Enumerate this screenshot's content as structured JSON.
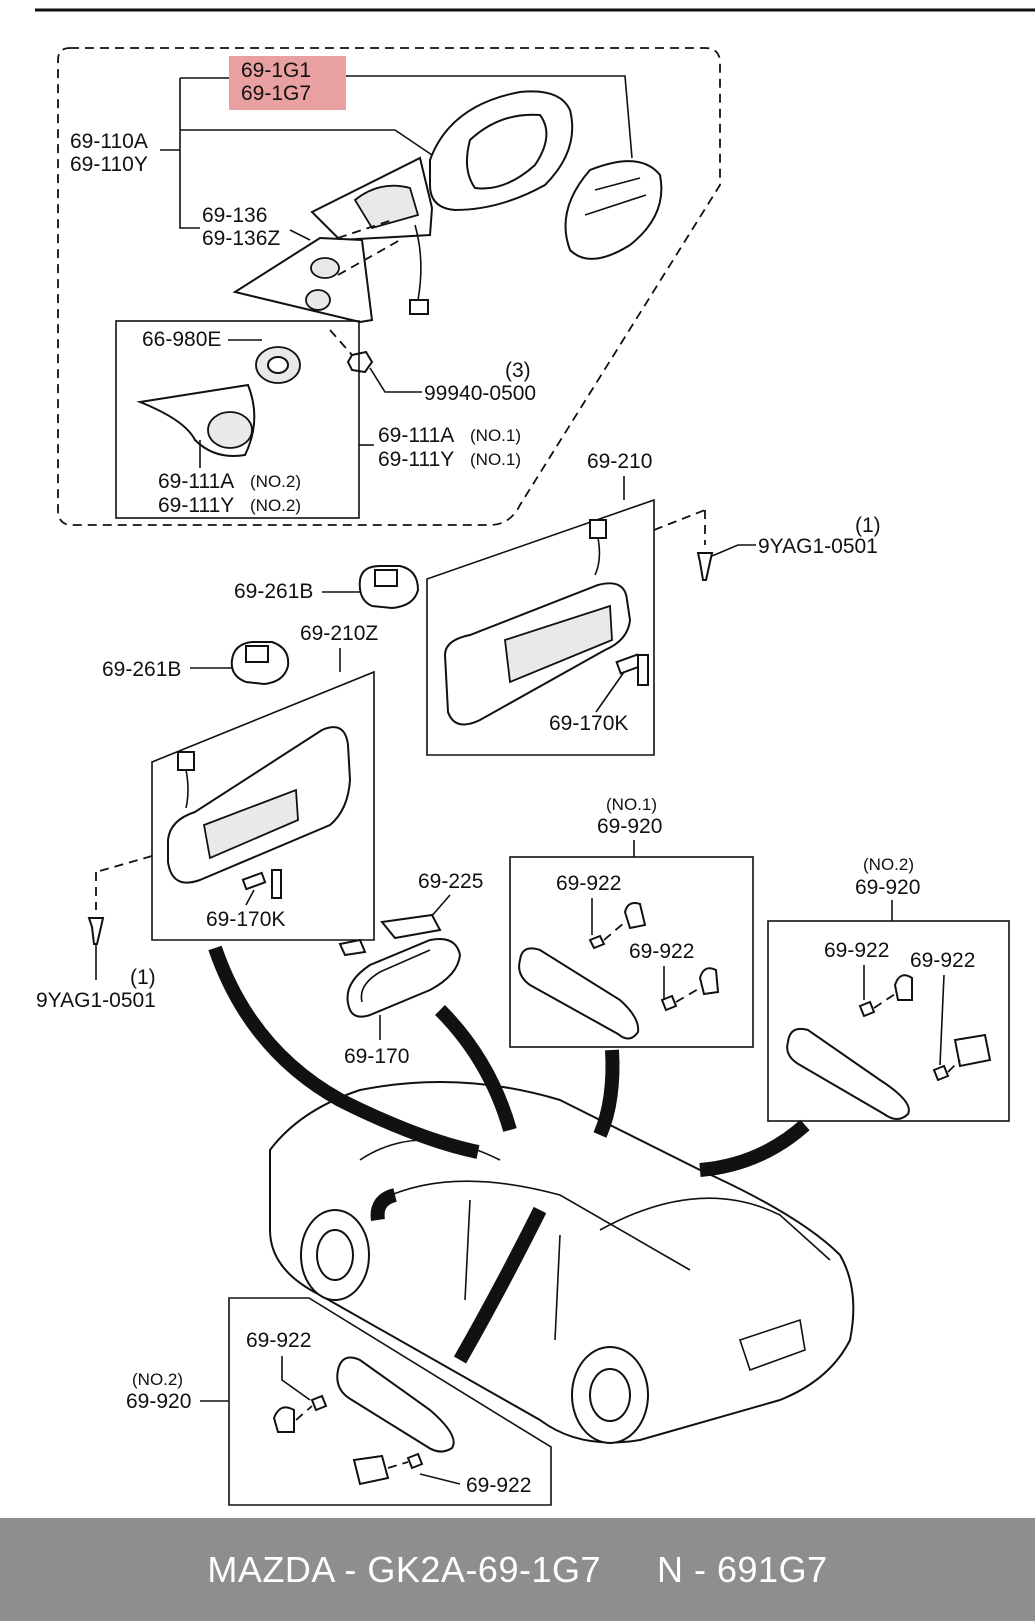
{
  "labels": {
    "mirror_1g1": "69-1G1",
    "mirror_1g7": "69-1G7",
    "mirror_110a": "69-110A",
    "mirror_110y": "69-110Y",
    "mirror_136": "69-136",
    "mirror_136z": "69-136Z",
    "speaker_980e": "66-980E",
    "nut_qty": "(3)",
    "nut_part": "99940-0500",
    "cover_111a_no1": "69-111A",
    "cover_111a_no1_tag": "(NO.1)",
    "cover_111y_no1": "69-111Y",
    "cover_111y_no1_tag": "(NO.1)",
    "cover_111a_no2": "69-111A",
    "cover_111a_no2_tag": "(NO.2)",
    "cover_111y_no2": "69-111Y",
    "cover_111y_no2_tag": "(NO.2)",
    "visor_210": "69-210",
    "screw_qty_top": "(1)",
    "screw_part_top": "9YAG1-0501",
    "clip_261b_a": "69-261B",
    "visor_210z": "69-210Z",
    "clip_261b_b": "69-261B",
    "lamp_170k_a": "69-170K",
    "lamp_170k_b": "69-170K",
    "screw_qty_bottom": "(1)",
    "screw_part_bottom": "9YAG1-0501",
    "inner_mirror_225": "69-225",
    "inner_mirror_170": "69-170",
    "grip_no1_tag": "(NO.1)",
    "grip_no1_part": "69-920",
    "grip_no1_clip_a": "69-922",
    "grip_no1_clip_b": "69-922",
    "grip_no2r_tag": "(NO.2)",
    "grip_no2r_part": "69-920",
    "grip_no2r_clip_a": "69-922",
    "grip_no2r_clip_b": "69-922",
    "grip_no2l_tag": "(NO.2)",
    "grip_no2l_part": "69-920",
    "grip_no2l_clip_a": "69-922",
    "grip_no2l_clip_b": "69-922"
  },
  "highlight_color": "#e8a0a0",
  "footer": {
    "left": "MAZDA - GK2A-69-1G7",
    "right": "N - 691G7"
  }
}
